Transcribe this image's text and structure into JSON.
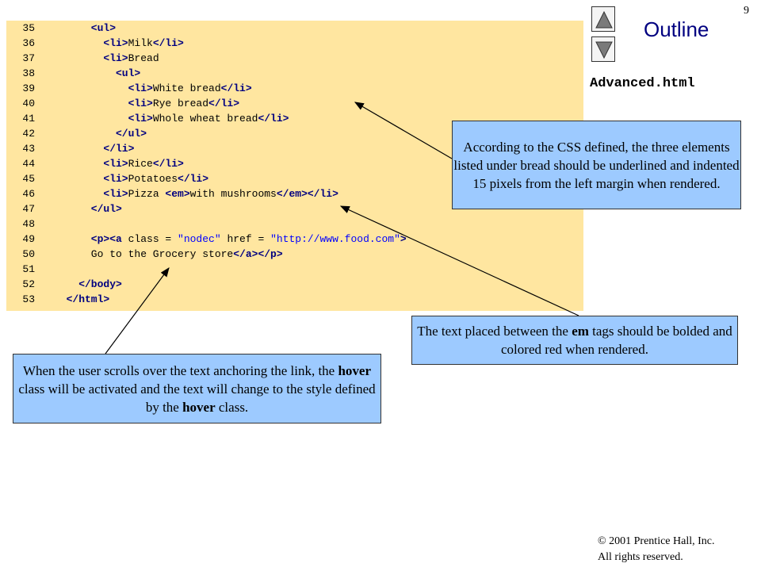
{
  "page_number": "9",
  "outline_title": "Outline",
  "filename": "Advanced.html",
  "code_lines": [
    {
      "n": "35",
      "indent": 6,
      "parts": [
        [
          "tag",
          "<ul>"
        ]
      ]
    },
    {
      "n": "36",
      "indent": 8,
      "parts": [
        [
          "tag",
          "<li>"
        ],
        [
          "txt",
          "Milk"
        ],
        [
          "tag",
          "</li>"
        ]
      ]
    },
    {
      "n": "37",
      "indent": 8,
      "parts": [
        [
          "tag",
          "<li>"
        ],
        [
          "txt",
          "Bread"
        ]
      ]
    },
    {
      "n": "38",
      "indent": 10,
      "parts": [
        [
          "tag",
          "<ul>"
        ]
      ]
    },
    {
      "n": "39",
      "indent": 12,
      "parts": [
        [
          "tag",
          "<li>"
        ],
        [
          "txt",
          "White bread"
        ],
        [
          "tag",
          "</li>"
        ]
      ]
    },
    {
      "n": "40",
      "indent": 12,
      "parts": [
        [
          "tag",
          "<li>"
        ],
        [
          "txt",
          "Rye bread"
        ],
        [
          "tag",
          "</li>"
        ]
      ]
    },
    {
      "n": "41",
      "indent": 12,
      "parts": [
        [
          "tag",
          "<li>"
        ],
        [
          "txt",
          "Whole wheat bread"
        ],
        [
          "tag",
          "</li>"
        ]
      ]
    },
    {
      "n": "42",
      "indent": 10,
      "parts": [
        [
          "tag",
          "</ul>"
        ]
      ]
    },
    {
      "n": "43",
      "indent": 8,
      "parts": [
        [
          "tag",
          "</li>"
        ]
      ]
    },
    {
      "n": "44",
      "indent": 8,
      "parts": [
        [
          "tag",
          "<li>"
        ],
        [
          "txt",
          "Rice"
        ],
        [
          "tag",
          "</li>"
        ]
      ]
    },
    {
      "n": "45",
      "indent": 8,
      "parts": [
        [
          "tag",
          "<li>"
        ],
        [
          "txt",
          "Potatoes"
        ],
        [
          "tag",
          "</li>"
        ]
      ]
    },
    {
      "n": "46",
      "indent": 8,
      "parts": [
        [
          "tag",
          "<li>"
        ],
        [
          "txt",
          "Pizza "
        ],
        [
          "tag",
          "<em>"
        ],
        [
          "txt",
          "with mushrooms"
        ],
        [
          "tag",
          "</em></li>"
        ]
      ]
    },
    {
      "n": "47",
      "indent": 6,
      "parts": [
        [
          "tag",
          "</ul>"
        ]
      ]
    },
    {
      "n": "48",
      "indent": 0,
      "parts": []
    },
    {
      "n": "49",
      "indent": 6,
      "parts": [
        [
          "tag",
          "<p><a"
        ],
        [
          "txt",
          " class = "
        ],
        [
          "str",
          "\"nodec\""
        ],
        [
          "txt",
          " href = "
        ],
        [
          "str",
          "\"http://www.food.com\""
        ],
        [
          "tag",
          ">"
        ]
      ]
    },
    {
      "n": "50",
      "indent": 6,
      "parts": [
        [
          "txt",
          "Go to the Grocery store"
        ],
        [
          "tag",
          "</a></p>"
        ]
      ]
    },
    {
      "n": "51",
      "indent": 0,
      "parts": []
    },
    {
      "n": "52",
      "indent": 4,
      "parts": [
        [
          "tag",
          "</body>"
        ]
      ]
    },
    {
      "n": "53",
      "indent": 2,
      "parts": [
        [
          "tag",
          "</html>"
        ]
      ]
    }
  ],
  "callouts": {
    "css_bread": "According to the CSS defined, the three elements listed under bread should be underlined and indented 15 pixels from the left margin when rendered.",
    "em_text": {
      "before": "The text placed between the ",
      "bold": "em",
      "after": " tags should be bolded and colored red when rendered."
    },
    "hover": {
      "p1": "When the user scrolls over the text anchoring the link, the ",
      "b1": "hover",
      "p2": " class will be activated and the text will change to the style defined by the ",
      "b2": "hover",
      "p3": " class."
    }
  },
  "copyright": {
    "line1": "© 2001 Prentice Hall, Inc.",
    "line2": "All rights reserved."
  },
  "colors": {
    "code_bg": "#ffe6a0",
    "callout_bg": "#9dcaff",
    "outline": "#000080"
  }
}
